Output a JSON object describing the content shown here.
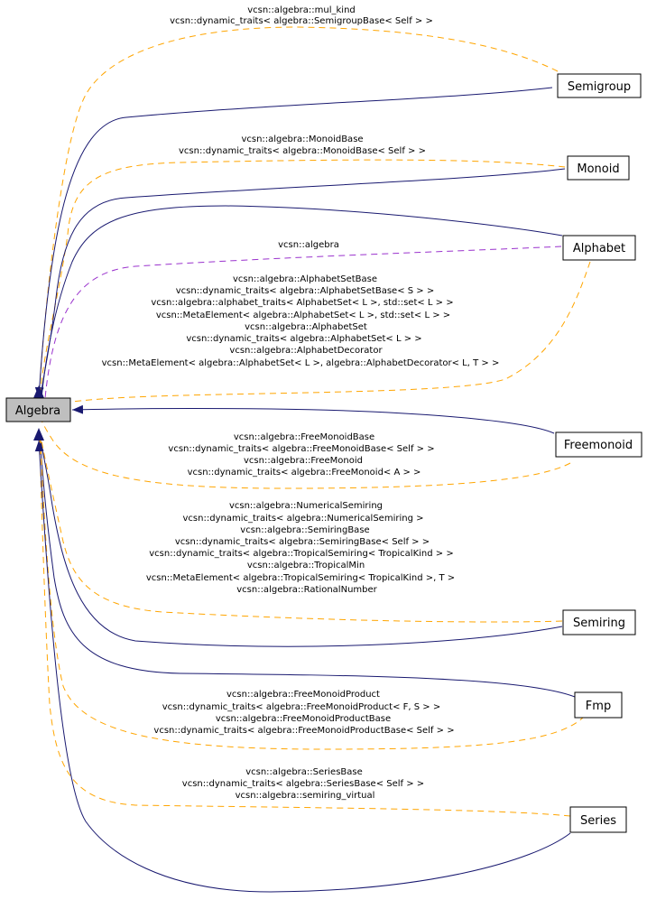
{
  "colors": {
    "inheritance_edge": "#191970",
    "usage_edge": "#ffa500",
    "namespace_edge": "#9a32cd",
    "root_fill": "#bfbfbf",
    "node_fill": "#ffffff"
  },
  "nodes": {
    "algebra": "Algebra",
    "semigroup": "Semigroup",
    "monoid": "Monoid",
    "alphabet": "Alphabet",
    "freemonoid": "Freemonoid",
    "semiring": "Semiring",
    "fmp": "Fmp",
    "series": "Series"
  },
  "edge_labels": {
    "semigroup": [
      "vcsn::algebra::mul_kind",
      "vcsn::dynamic_traits< algebra::SemigroupBase< Self > >"
    ],
    "monoid": [
      "vcsn::algebra::MonoidBase",
      "vcsn::dynamic_traits< algebra::MonoidBase< Self > >"
    ],
    "alphabet_ns": [
      "vcsn::algebra"
    ],
    "alphabet": [
      "vcsn::algebra::AlphabetSetBase",
      "vcsn::dynamic_traits< algebra::AlphabetSetBase< S > >",
      "vcsn::algebra::alphabet_traits< AlphabetSet< L >, std::set< L > >",
      "vcsn::MetaElement< algebra::AlphabetSet< L >, std::set< L > >",
      "vcsn::algebra::AlphabetSet",
      "vcsn::dynamic_traits< algebra::AlphabetSet< L > >",
      "vcsn::algebra::AlphabetDecorator",
      "vcsn::MetaElement< algebra::AlphabetSet< L >, algebra::AlphabetDecorator< L, T > >"
    ],
    "freemonoid": [
      "vcsn::algebra::FreeMonoidBase",
      "vcsn::dynamic_traits< algebra::FreeMonoidBase< Self > >",
      "vcsn::algebra::FreeMonoid",
      "vcsn::dynamic_traits< algebra::FreeMonoid< A > >"
    ],
    "semiring": [
      "vcsn::algebra::NumericalSemiring",
      "vcsn::dynamic_traits< algebra::NumericalSemiring >",
      "vcsn::algebra::SemiringBase",
      "vcsn::dynamic_traits< algebra::SemiringBase< Self > >",
      "vcsn::dynamic_traits< algebra::TropicalSemiring< TropicalKind > >",
      "vcsn::algebra::TropicalMin",
      "vcsn::MetaElement< algebra::TropicalSemiring< TropicalKind >, T >",
      "vcsn::algebra::RationalNumber"
    ],
    "fmp": [
      "vcsn::algebra::FreeMonoidProduct",
      "vcsn::dynamic_traits< algebra::FreeMonoidProduct< F, S > >",
      "vcsn::algebra::FreeMonoidProductBase",
      "vcsn::dynamic_traits< algebra::FreeMonoidProductBase< Self > >"
    ],
    "series": [
      "vcsn::algebra::SeriesBase",
      "vcsn::dynamic_traits< algebra::SeriesBase< Self > >",
      "vcsn::algebra::semiring_virtual"
    ]
  }
}
